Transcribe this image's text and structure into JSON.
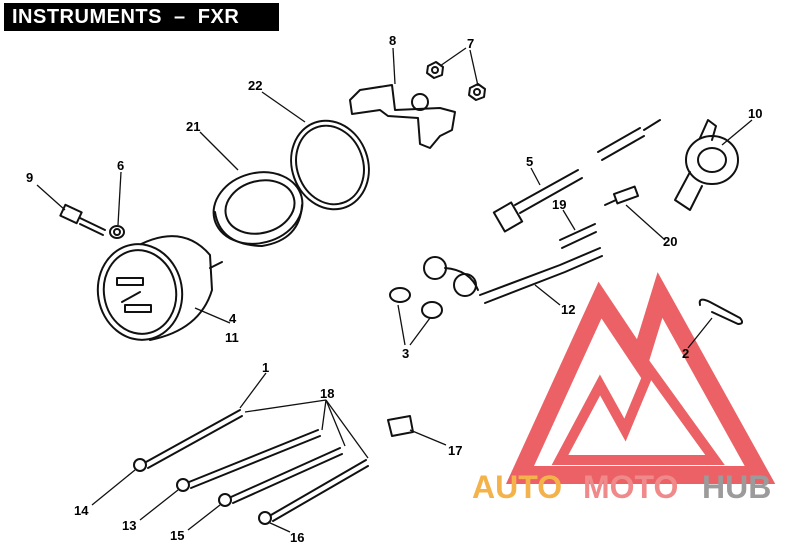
{
  "title": "INSTRUMENTS  –  FXR",
  "callouts": {
    "c1": "1",
    "c2": "2",
    "c3": "3",
    "c4": "4",
    "c5": "5",
    "c6": "6",
    "c7": "7",
    "c8": "8",
    "c9": "9",
    "c10": "10",
    "c11": "11",
    "c12": "12",
    "c13": "13",
    "c14": "14",
    "c15": "15",
    "c16": "16",
    "c17": "17",
    "c18": "18",
    "c19": "19",
    "c20": "20",
    "c21": "21",
    "c22": "22"
  },
  "watermark": {
    "auto": "AUTO",
    "moto": "MOTO",
    "hub": "HUB",
    "color_auto": "#f3b24a",
    "color_moto": "#f08a8a",
    "color_hub": "#9b9b9b",
    "color_logo": "#e8464b"
  }
}
